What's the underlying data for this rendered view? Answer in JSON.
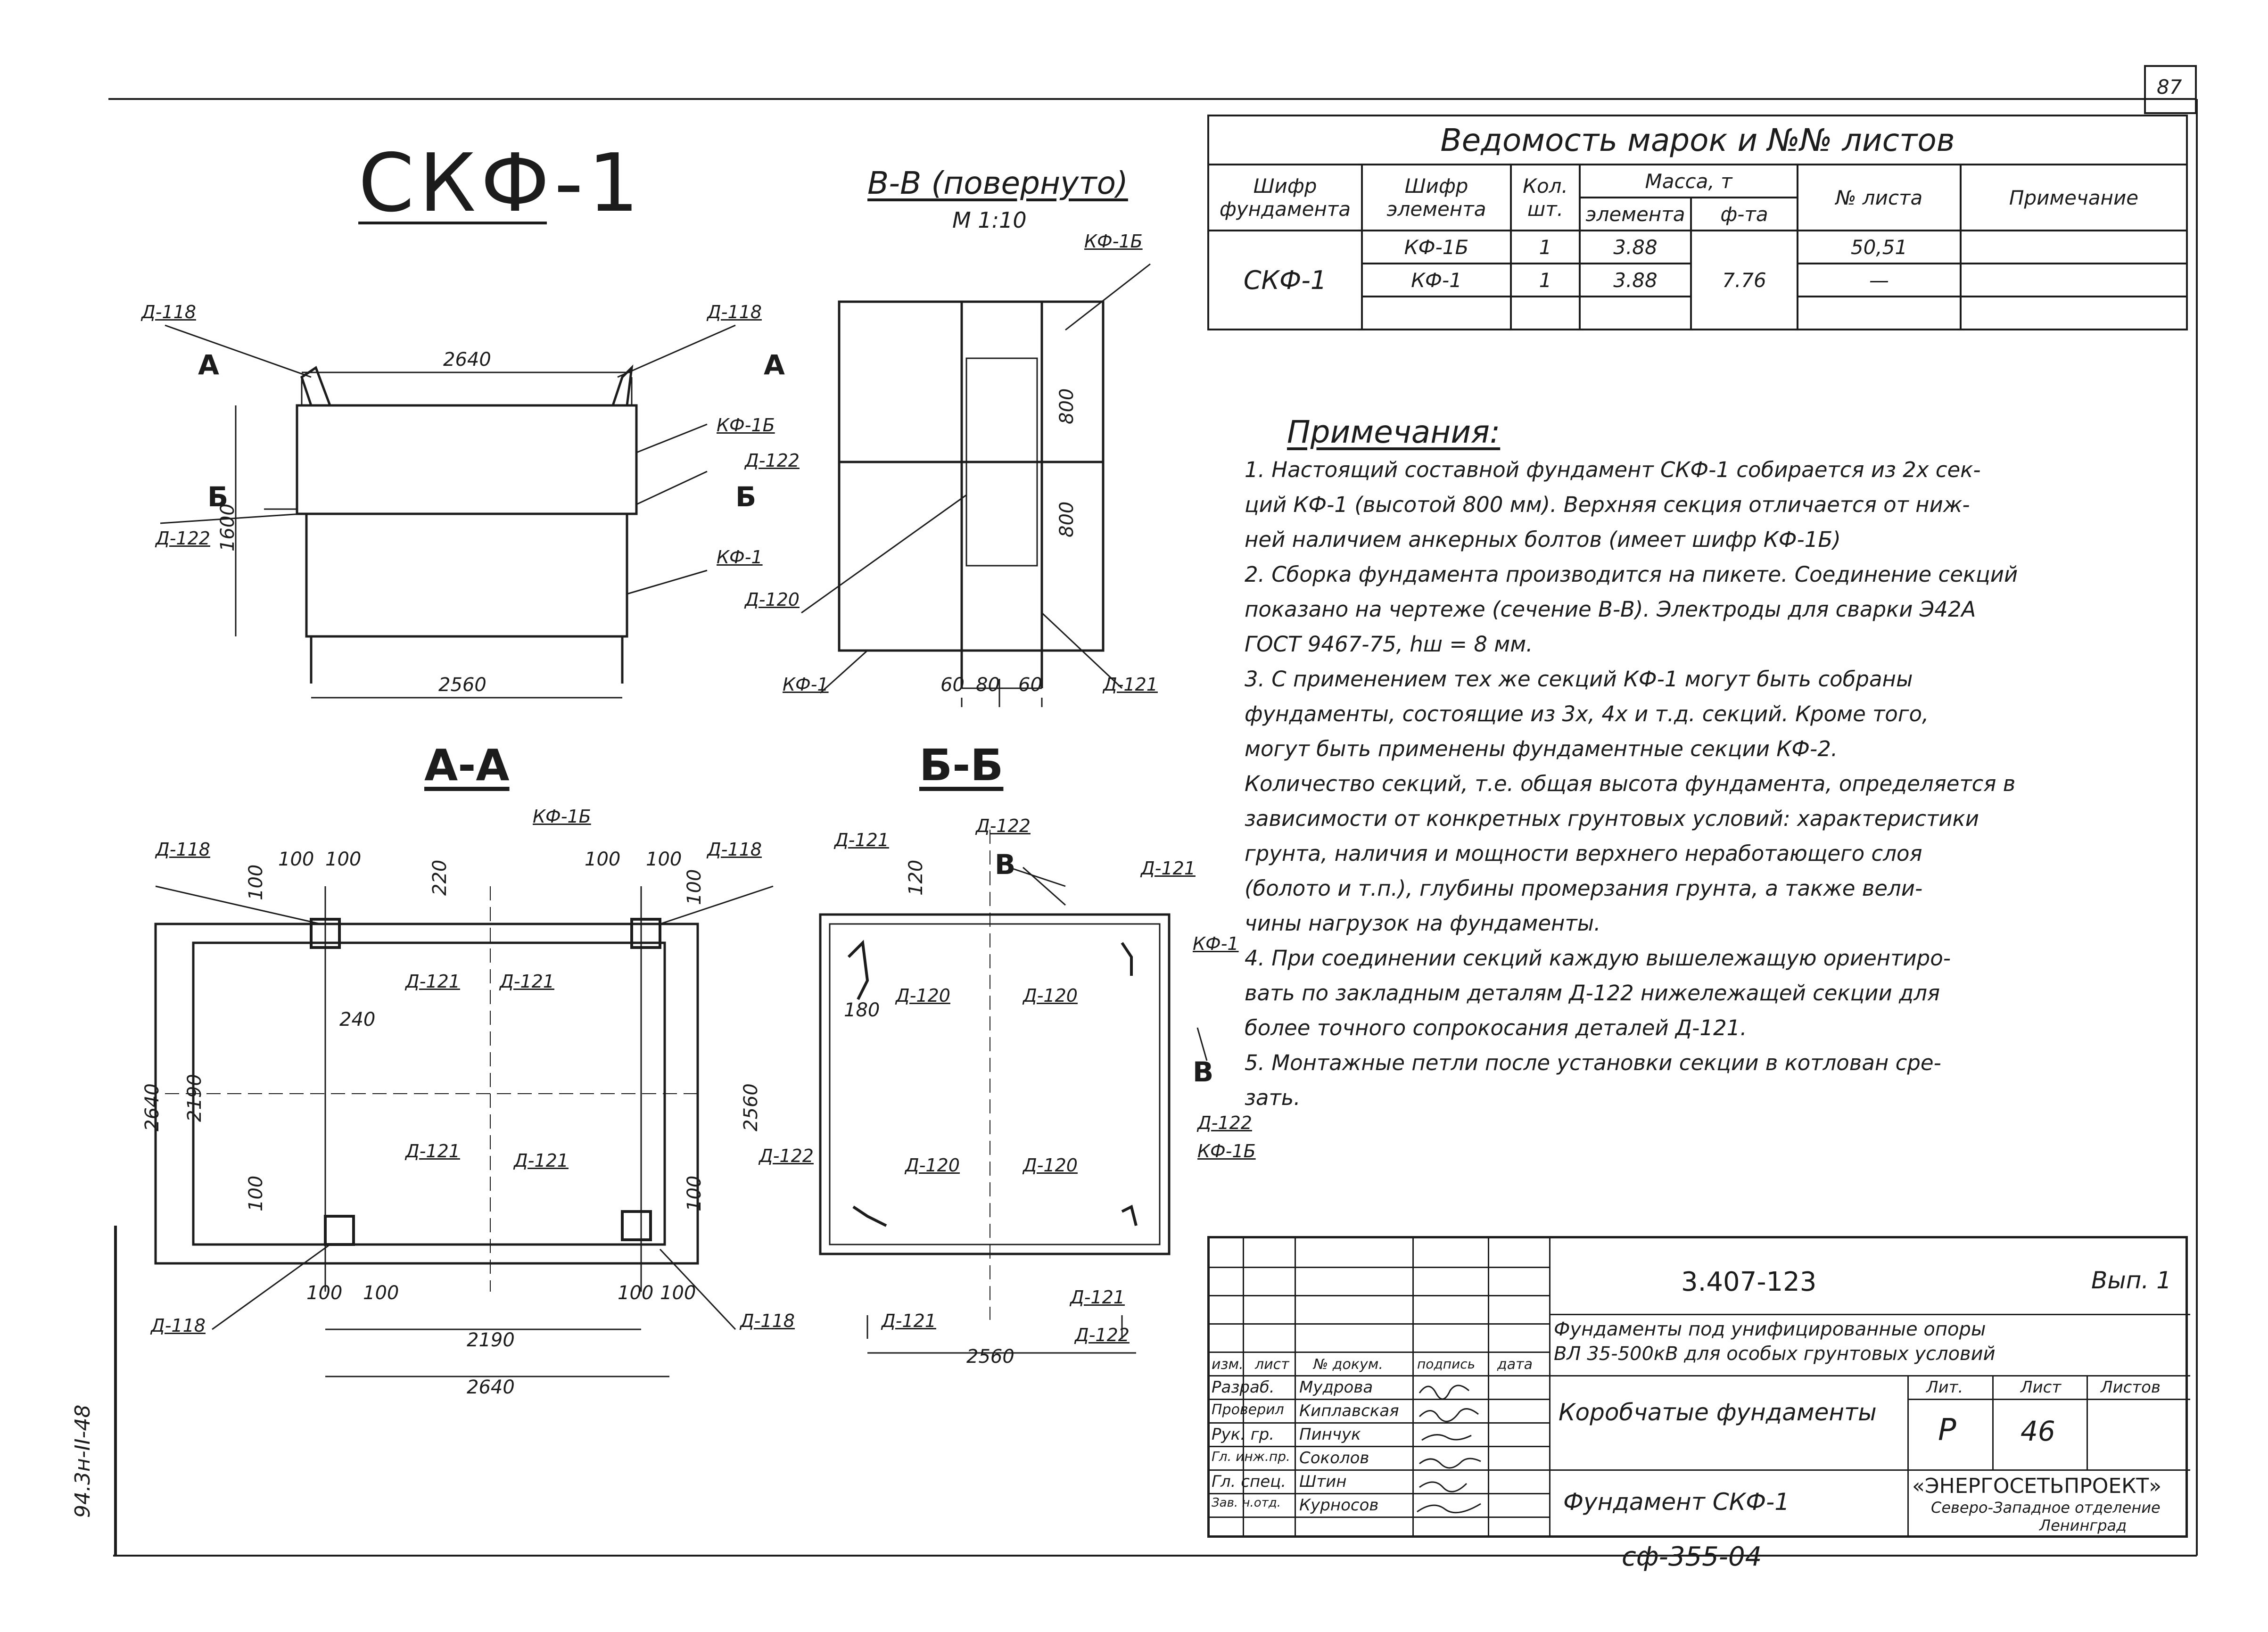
{
  "sheet": {
    "corner_mark": "87",
    "main_title": "СКФ-1",
    "side_stamp": "94.3н-II-48",
    "footer_code": "сф-355-04"
  },
  "elevation": {
    "labels": {
      "d118_left": "Д-118",
      "d118_right": "Д-118",
      "kf1b_top": "КФ-1Б",
      "d122_right": "Д-122",
      "d122_left": "Д-122",
      "kf1_side": "КФ-1"
    },
    "dims": {
      "top_width": "2640",
      "bottom_width": "2560",
      "height": "1600"
    },
    "section_marks": {
      "a": "А",
      "b": "Б"
    }
  },
  "section_vv": {
    "title": "В-В (повернуто)",
    "scale": "М 1:10",
    "labels": {
      "kf1b": "КФ-1Б",
      "d120": "Д-120",
      "kf1": "КФ-1",
      "d121": "Д-121"
    },
    "dims": {
      "h1": "800",
      "h2": "800",
      "w1": "60",
      "w2": "80",
      "w3": "60"
    }
  },
  "plan_aa": {
    "title": "А-А",
    "labels": {
      "kf1b": "КФ-1Б",
      "d118_tl": "Д-118",
      "d118_tr": "Д-118",
      "d118_bl": "Д-118",
      "d118_br": "Д-118",
      "d121_1": "Д-121",
      "d121_2": "Д-121",
      "d121_3": "Д-121",
      "d121_4": "Д-121"
    },
    "dims": {
      "top_a": "100",
      "top_b": "100",
      "top_c": "100",
      "top_d": "100",
      "inner_v": "220",
      "inner_h": "240",
      "side_a": "100",
      "side_b": "100",
      "side_c": "100",
      "side_d": "100",
      "outer_v": "2640",
      "inner2_v": "2190",
      "bot_a": "100",
      "bot_b": "100",
      "bot_c": "100",
      "bot_d": "100",
      "inner_w": "2190",
      "outer_w": "2640"
    }
  },
  "plan_bb": {
    "title": "Б-Б",
    "section_mark": "В",
    "labels": {
      "d121_tl": "Д-121",
      "d122_top": "Д-122",
      "d121_tr": "Д-121",
      "kf1": "КФ-1",
      "d120_tl": "Д-120",
      "d120_tr": "Д-120",
      "d120_bl": "Д-120",
      "d120_br": "Д-120",
      "d122_left": "Д-122",
      "d122_right": "Д-122",
      "kf1b": "КФ-1Б",
      "d121_bl": "Д-121",
      "d121_br": "Д-121",
      "d122_bot": "Д-122"
    },
    "dims": {
      "t": "120",
      "s": "180",
      "side": "2560",
      "bottom": "2560"
    }
  },
  "schedule": {
    "caption": "Ведомость марок и №№ листов",
    "headers": {
      "foundation": "Шифр фундамента",
      "element": "Шифр элемента",
      "qty": "Кол. шт.",
      "mass": "Масса, т",
      "mass_el": "элемента",
      "mass_f": "ф-та",
      "sheet_no": "№ листа",
      "note": "Примечание"
    },
    "foundation": "СКФ-1",
    "total_mass": "7.76",
    "rows": [
      {
        "element": "КФ-1Б",
        "qty": "1",
        "mass": "3.88",
        "sheet": "50,51"
      },
      {
        "element": "КФ-1",
        "qty": "1",
        "mass": "3.88",
        "sheet": "—"
      }
    ]
  },
  "notes": {
    "heading": "Примечания:",
    "lines": [
      "1. Настоящий составной фундамент СКФ-1 собирается из 2х сек-",
      "ций КФ-1 (высотой 800 мм). Верхняя секция отличается от ниж-",
      "ней наличием анкерных болтов (имеет шифр КФ-1Б)",
      "2. Сборка фундамента производится на пикете. Соединение секций",
      "показано на чертеже (сечение В-В). Электроды для сварки Э42А",
      "ГОСТ 9467-75, hш = 8 мм.",
      "3. С применением тех же секций КФ-1 могут быть собраны",
      "фундаменты, состоящие из 3х, 4х и т.д. секций. Кроме того,",
      "могут быть применены фундаментные секции КФ-2.",
      "Количество секций, т.е. общая высота фундамента, определяется в",
      "зависимости от конкретных грунтовых условий: характеристики",
      "грунта, наличия и мощности верхнего неработающего слоя",
      "(болото и т.п.), глубины промерзания грунта, а также вели-",
      "чины нагрузок на фундаменты.",
      "4. При соединении секций каждую вышележащую ориентиро-",
      "вать по закладным деталям Д-122 нижележащей секции для",
      "более точного сопрокосания деталей Д-121.",
      "5. Монтажные петли после установки секции в котлован сре-",
      "зать."
    ]
  },
  "title_block": {
    "code": "3.407-123",
    "issue": "Вып. 1",
    "description_line1": "Фундаменты под унифицированные опоры",
    "description_line2": "ВЛ 35-500кВ для особых грунтовых условий",
    "cols": {
      "izm": "изм.",
      "list": "лист",
      "doc": "№ докум.",
      "sign": "подпись",
      "date": "дата"
    },
    "group_title": "Коробчатые фундаменты",
    "drawing_title": "Фундамент СКФ-1",
    "stage_hdr": "Лит.",
    "sheet_hdr": "Лист",
    "sheets_hdr": "Листов",
    "stage": "Р",
    "sheet": "46",
    "org_name": "«ЭНЕРГОСЕТЬПРОЕКТ»",
    "org_dept": "Северо-Западное отделение",
    "org_city": "Ленинград",
    "staff": [
      {
        "role": "Разраб.",
        "name": "Мудрова"
      },
      {
        "role": "Проверил",
        "name": "Киплавская"
      },
      {
        "role": "Рук. гр.",
        "name": "Пинчук"
      },
      {
        "role": "Гл. инж.пр.",
        "name": "Соколов"
      },
      {
        "role": "Гл. спец.",
        "name": "Штин"
      },
      {
        "role": "Зав. н.отд.",
        "name": "Курносов"
      }
    ]
  }
}
